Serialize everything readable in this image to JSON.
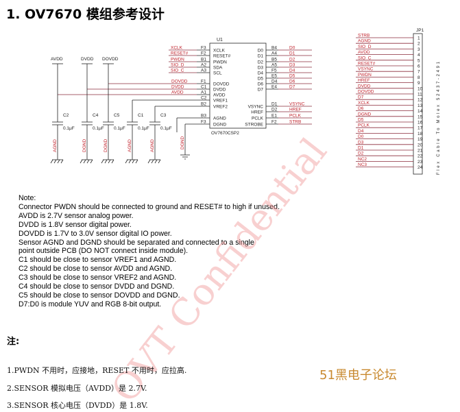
{
  "title": "1. OV7670 模组参考设计",
  "schematic": {
    "u1_ref": "U1",
    "u1_part": "OV7670CSP2",
    "jp1_ref": "JP1",
    "jp1_desc": "Flex Cable To Molex 52437-2491",
    "power_rails": [
      "AVDD",
      "DVDD",
      "DOVDD"
    ],
    "caps": [
      {
        "ref": "C2",
        "value": "0.1μF",
        "gnd": "AGND"
      },
      {
        "ref": "C4",
        "value": "0.1μF",
        "gnd": "DGND"
      },
      {
        "ref": "C5",
        "value": "0.1μF",
        "gnd": "DGND"
      },
      {
        "ref": "C1",
        "value": "0.1μF",
        "gnd": "AGND"
      },
      {
        "ref": "C3",
        "value": "0.1μF",
        "gnd": "AGND"
      }
    ],
    "extra_gnd": "DGND",
    "u1_left_pins": [
      {
        "net": "XCLK",
        "ball": "F3",
        "name": "XCLK"
      },
      {
        "net": "RESET#",
        "ball": "F2",
        "name": "RESET#"
      },
      {
        "net": "PWDN",
        "ball": "B1",
        "name": "PWDN"
      },
      {
        "net": "SIO_D",
        "ball": "A2",
        "name": "SDA"
      },
      {
        "net": "SIO_C",
        "ball": "A3",
        "name": "SCL"
      },
      {
        "net": "DOVDD",
        "ball": "F1",
        "name": "DOVDD"
      },
      {
        "net": "DVDD",
        "ball": "C1",
        "name": "DVDD"
      },
      {
        "net": "AVDD",
        "ball": "A1",
        "name": "AVDD"
      },
      {
        "net": "",
        "ball": "C2",
        "name": "VREF1"
      },
      {
        "net": "",
        "ball": "B2",
        "name": "VREF2"
      },
      {
        "net": "",
        "ball": "B3",
        "name": "AGND"
      },
      {
        "net": "",
        "ball": "F3",
        "name": "DGND"
      }
    ],
    "u1_right_data": [
      {
        "name": "D0",
        "ball": "B4",
        "net": "D0"
      },
      {
        "name": "D1",
        "ball": "A4",
        "net": "D1"
      },
      {
        "name": "D2",
        "ball": "B5",
        "net": "D2"
      },
      {
        "name": "D3",
        "ball": "A5",
        "net": "D3"
      },
      {
        "name": "D4",
        "ball": "F5",
        "net": "D4"
      },
      {
        "name": "D5",
        "ball": "E5",
        "net": "D5"
      },
      {
        "name": "D6",
        "ball": "D4",
        "net": "D6"
      },
      {
        "name": "D7",
        "ball": "E4",
        "net": "D7"
      }
    ],
    "u1_right_ctrl": [
      {
        "name": "VSYNC",
        "ball": "D1",
        "net": "VSYNC"
      },
      {
        "name": "HREF",
        "ball": "D2",
        "net": "HREF"
      },
      {
        "name": "PCLK",
        "ball": "E1",
        "net": "PCLK"
      },
      {
        "name": "STROBE",
        "ball": "F2",
        "net": "STRB"
      }
    ],
    "jp1_pins": [
      {
        "net": "STRB",
        "num": "1"
      },
      {
        "net": "AGND",
        "num": "2"
      },
      {
        "net": "SIO_D",
        "num": "3"
      },
      {
        "net": "AVDD",
        "num": "4"
      },
      {
        "net": "SIO_C",
        "num": "5"
      },
      {
        "net": "RESET#",
        "num": "6"
      },
      {
        "net": "VSYNC",
        "num": "7"
      },
      {
        "net": "PWDN",
        "num": "8"
      },
      {
        "net": "HREF",
        "num": "9"
      },
      {
        "net": "DVDD",
        "num": "10"
      },
      {
        "net": "DOVDD",
        "num": "11"
      },
      {
        "net": "D7",
        "num": "12"
      },
      {
        "net": "XCLK",
        "num": "13"
      },
      {
        "net": "D6",
        "num": "14"
      },
      {
        "net": "DGND",
        "num": "15"
      },
      {
        "net": "D5",
        "num": "16"
      },
      {
        "net": "PCLK",
        "num": "17"
      },
      {
        "net": "D4",
        "num": "18"
      },
      {
        "net": "D0",
        "num": "19"
      },
      {
        "net": "D3",
        "num": "20"
      },
      {
        "net": "D1",
        "num": "21"
      },
      {
        "net": "D2",
        "num": "22"
      },
      {
        "net": "NC2",
        "num": "23"
      },
      {
        "net": "NC3",
        "num": "24"
      }
    ]
  },
  "notes": [
    "Note:",
    "Connector PWDN should be connected to ground and RESET# to high if unused.",
    "AVDD is 2.7V sensor analog power.",
    "DVDD is 1.8V sensor digital power.",
    "DOVDD is 1.7V to 3.0V sensor digital IO power.",
    "Sensor AGND and DGND should be separated and connected to a single",
    "point outside PCB (DO NOT connect inside module).",
    "C1 should be close to sensor VREF1 and AGND.",
    "C2 should be close to sensor AVDD and AGND.",
    "C3 should be close to sensor VREF2 and AGND.",
    "C4 should be close to sensor DVDD and DGND.",
    "C5 should be close to sensor DOVDD and DGND.",
    "D7:D0 is module YUV and RGB 8-bit output."
  ],
  "zhu_label": "注:",
  "cn_notes": [
    "1.PWDN 不用时，应接地，RESET 不用时，应拉高.",
    "2.SENSOR 模拟电压（AVDD）是 2.7V.",
    "3.SENSOR 核心电压（DVDD）是 1.8V."
  ],
  "forum": "51黑电子论坛",
  "watermark": "OVT Confidential",
  "colors": {
    "net": "#c0202a",
    "wire": "#8a2a3a",
    "line": "#222222",
    "forum": "#c8892f"
  }
}
